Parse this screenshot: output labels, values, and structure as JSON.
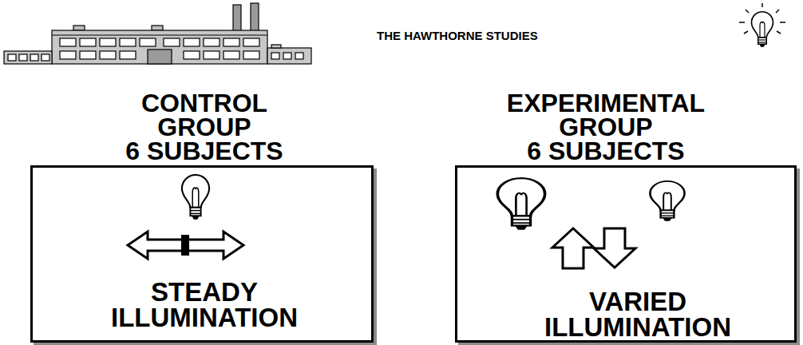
{
  "diagram": {
    "title": "THE HAWTHORNE STUDIES",
    "nodes": [
      {
        "text": [
          "CONTROL GROUP 6 SUBJECTS",
          "STEADY ILLUMINATION"
        ]
      },
      {
        "text": [
          "EXPERIMENTAL GROUP 6 SUBJECTS",
          "VARIED ILLUMINATION"
        ]
      }
    ]
  }
}
